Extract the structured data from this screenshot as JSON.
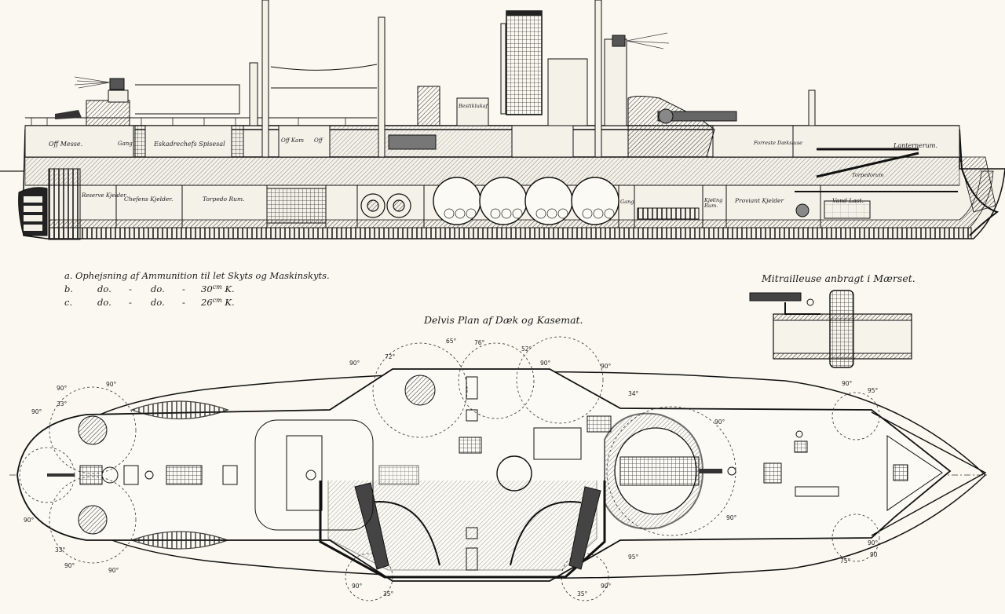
{
  "legend": {
    "a_key": "a.",
    "a_text": "Ophejsning af Ammunition til let Skyts og Maskinskyts.",
    "b_key": "b.",
    "b_do1": "do.",
    "b_dash1": "-",
    "b_do2": "do.",
    "b_dash2": "-",
    "b_cal": "30",
    "b_unit": "cm",
    "b_k": "K.",
    "c_key": "c.",
    "c_do1": "do.",
    "c_dash1": "-",
    "c_do2": "do.",
    "c_dash2": "-",
    "c_cal": "26",
    "c_unit": "cm",
    "c_k": "K."
  },
  "titles": {
    "plan": "Delvis Plan af Dæk og Kasemat.",
    "mitrailleuse": "Mitrailleuse anbragt i Mærset."
  },
  "profile_labels": {
    "off_messe": "Off Messe.",
    "gang1": "Gang",
    "eskadrechef": "Eskadrechefs Spisesal",
    "off_kam": "Off Kam",
    "off": "Off",
    "bestik": "Bestiklukaf",
    "lanternerum": "Lanternerum.",
    "reserve": "Reserve Kjelder",
    "chefens": "Chefens Kjelder.",
    "torpedo": "Torpedo Rum.",
    "gang2": "Gang",
    "kjoeling": "Kjøling Rum.",
    "proviant": "Proviant Kjelder",
    "vand": "Vand Last.",
    "forreste": "Forreste Dæksluse",
    "torpedorum": "Torpedorum"
  },
  "plan_angles": [
    "90°",
    "90°",
    "90°",
    "90°",
    "90°",
    "90°",
    "90°",
    "90°",
    "90°",
    "90°",
    "90°",
    "90°",
    "90°",
    "90°",
    "90°",
    "65°",
    "76°",
    "72°",
    "52°",
    "35°",
    "34°",
    "33°",
    "35°",
    "75°",
    "33°",
    "95°",
    "95°",
    "90"
  ]
}
